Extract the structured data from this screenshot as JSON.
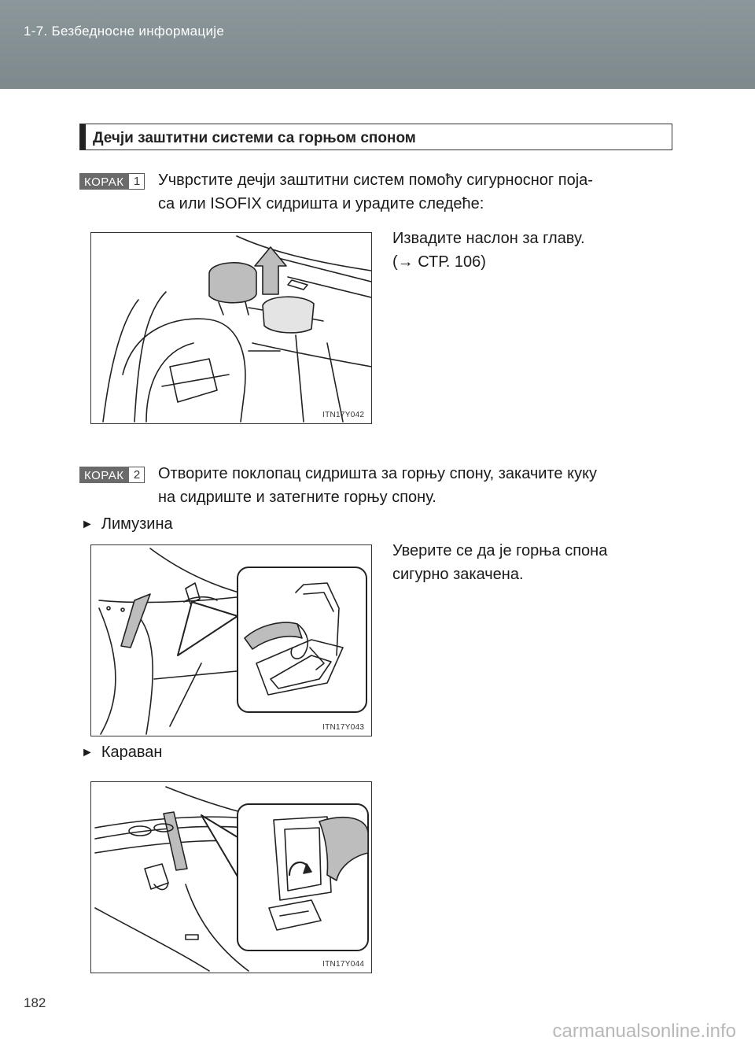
{
  "header": {
    "chapter_title": "1-7. Безбедносне информације"
  },
  "section": {
    "heading": "Дечји заштитни системи са горњом споном"
  },
  "steps": [
    {
      "badge_word": "КОРАК",
      "badge_number": "1",
      "lines": [
        "Учврстите дечји заштитни систем помоћу сигурносног поја-",
        "са или ISOFIX сидришта и урадите следеће:"
      ]
    },
    {
      "badge_word": "КОРАК",
      "badge_number": "2",
      "lines": [
        "Отворите поклопац сидришта за горњу спону, закачите куку",
        "на сидриште и затегните горњу спону."
      ]
    }
  ],
  "figures": [
    {
      "code": "ITN17Y042",
      "caption_lines": [
        "Извадите наслон за главу.",
        "(→ СТР. 106)"
      ]
    },
    {
      "code": "ITN17Y043",
      "caption_lines": [
        "Уверите се да је горња спона",
        "сигурно закачена."
      ]
    },
    {
      "code": "ITN17Y044",
      "caption_lines": []
    }
  ],
  "variants": [
    {
      "marker": "►",
      "label": "Лимузина"
    },
    {
      "marker": "►",
      "label": "Караван"
    }
  ],
  "page_number": "182",
  "watermark": "carmanualsonline.info",
  "colors": {
    "header_band": "#8b979a",
    "badge_fill": "#6a6a6a"
  }
}
